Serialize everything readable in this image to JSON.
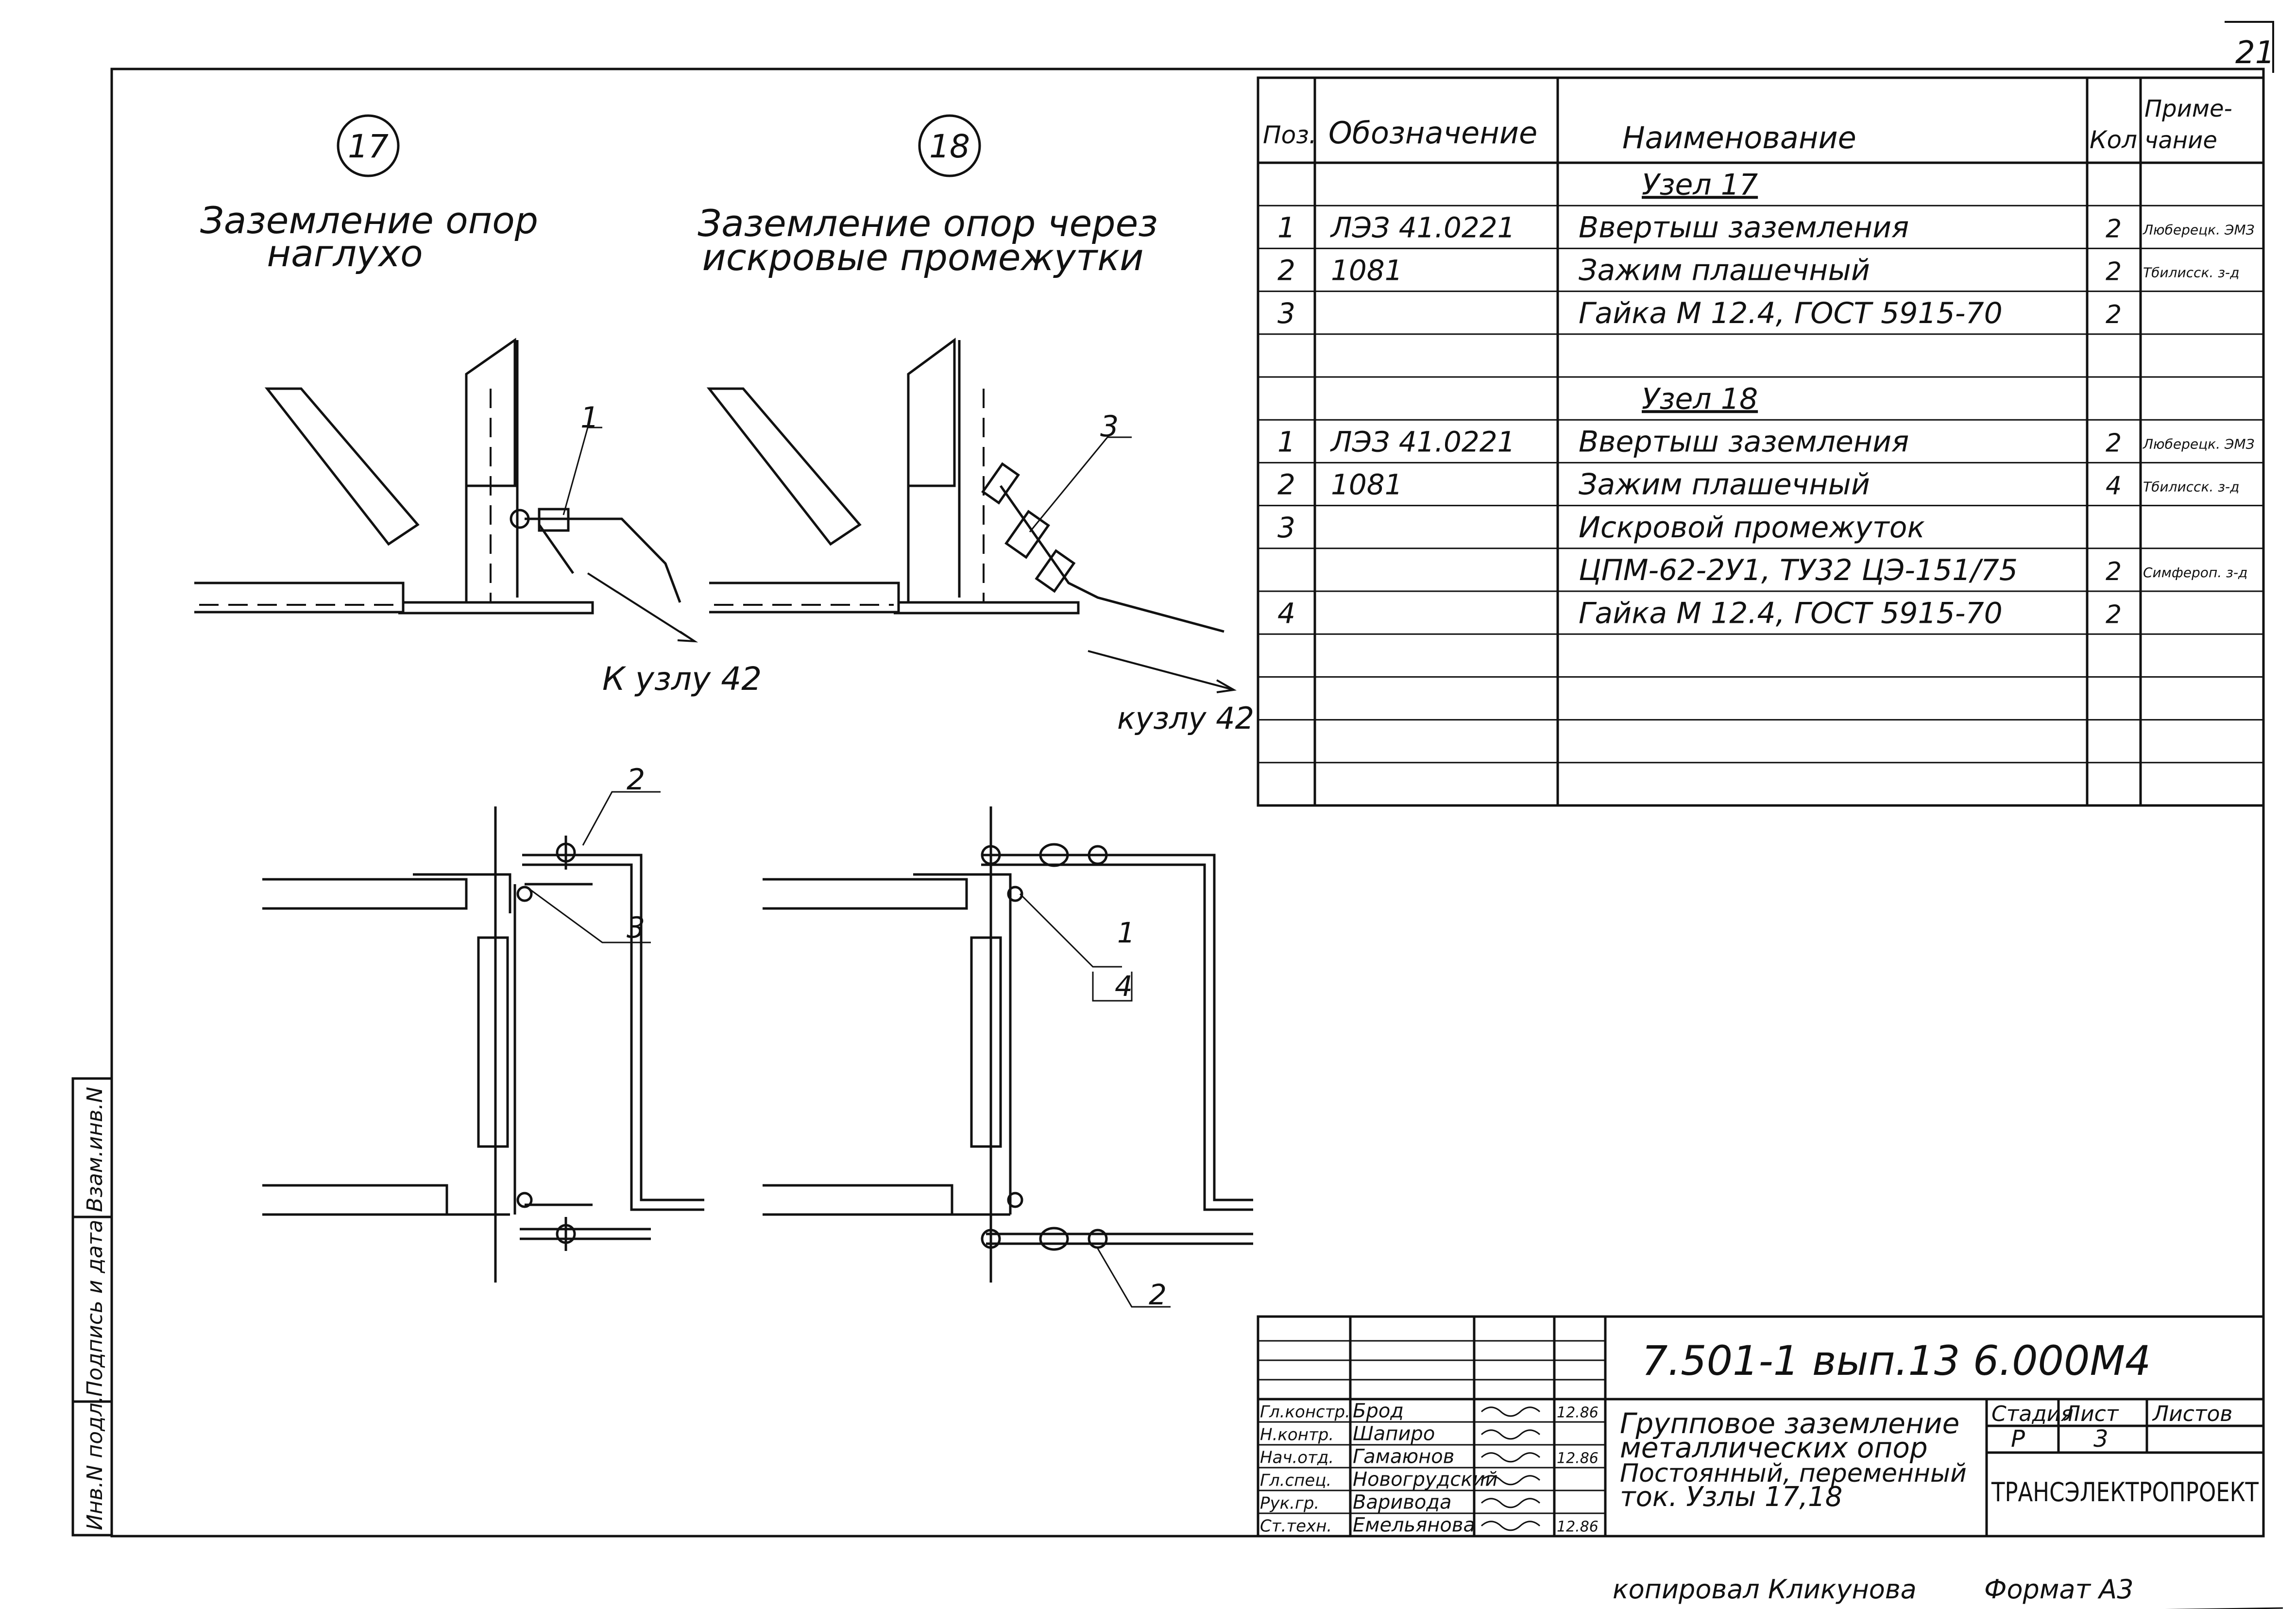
{
  "sheet": {
    "page_number": "21",
    "footer_copied": "копировал Кликунова",
    "footer_format": "Формат А3"
  },
  "nodes": [
    {
      "number": "17",
      "title_line1": "Заземление опор",
      "title_line2": "наглухо",
      "arrow_label": "К узлу 42"
    },
    {
      "number": "18",
      "title_line1": "Заземление опор через",
      "title_line2": "искровые промежутки",
      "arrow_label": "кузлу 42"
    }
  ],
  "callouts": {
    "n17_top": "1",
    "n17_bottom_a": "2",
    "n17_bottom_b": "3",
    "n18_top": "3",
    "n18_bottom_a": "1",
    "n18_bottom_b": "4",
    "n18_bottom_c": "2"
  },
  "spec_table": {
    "headers": {
      "pos": "Поз.",
      "designation": "Обозначение",
      "name": "Наименование",
      "qty": "Кол",
      "note_line1": "Приме-",
      "note_line2": "чание"
    },
    "rows": [
      {
        "pos": "",
        "designation": "",
        "name": "Узел 17",
        "qty": "",
        "note": "",
        "section": true
      },
      {
        "pos": "1",
        "designation": "ЛЭЗ 41.0221",
        "name": "Ввертыш заземления",
        "qty": "2",
        "note": "Люберецк. ЭМЗ"
      },
      {
        "pos": "2",
        "designation": "1081",
        "name": "Зажим плашечный",
        "qty": "2",
        "note": "Тбилисск. з-д"
      },
      {
        "pos": "3",
        "designation": "",
        "name": "Гайка М 12.4, ГОСТ 5915-70",
        "qty": "2",
        "note": ""
      },
      {
        "pos": "",
        "designation": "",
        "name": "",
        "qty": "",
        "note": ""
      },
      {
        "pos": "",
        "designation": "",
        "name": "Узел 18",
        "qty": "",
        "note": "",
        "section": true
      },
      {
        "pos": "1",
        "designation": "ЛЭЗ 41.0221",
        "name": "Ввертыш заземления",
        "qty": "2",
        "note": "Люберецк. ЭМЗ"
      },
      {
        "pos": "2",
        "designation": "1081",
        "name": "Зажим плашечный",
        "qty": "4",
        "note": "Тбилисск. з-д"
      },
      {
        "pos": "3",
        "designation": "",
        "name": "Искровой промежуток",
        "qty": "",
        "note": ""
      },
      {
        "pos": "",
        "designation": "",
        "name": "ЦПМ-62-2У1, ТУ32 ЦЭ-151/75",
        "qty": "2",
        "note": "Симфероп. з-д"
      },
      {
        "pos": "4",
        "designation": "",
        "name": "Гайка М 12.4, ГОСТ 5915-70",
        "qty": "2",
        "note": ""
      },
      {
        "pos": "",
        "designation": "",
        "name": "",
        "qty": "",
        "note": ""
      },
      {
        "pos": "",
        "designation": "",
        "name": "",
        "qty": "",
        "note": ""
      },
      {
        "pos": "",
        "designation": "",
        "name": "",
        "qty": "",
        "note": ""
      },
      {
        "pos": "",
        "designation": "",
        "name": "",
        "qty": "",
        "note": ""
      }
    ]
  },
  "side_stamp": {
    "field1": "Инв.N подл.",
    "field2": "Подпись и дата",
    "field3": "Взам.инв.N"
  },
  "title_block": {
    "doc_code": "7.501-1 вып.13 6.000М4",
    "description_lines": [
      "Групповое заземление",
      "металлических опор",
      "Постоянный, переменный",
      "ток. Узлы 17,18"
    ],
    "stage_label": "Стадия",
    "sheet_label": "Лист",
    "sheets_label": "Листов",
    "stage_value": "Р",
    "sheet_value": "3",
    "sheets_value": "",
    "organization": "ТРАНСЭЛЕКТРОПРОЕКТ",
    "signatures": [
      {
        "role": "Гл.констр.",
        "name": "Брод",
        "date": "12.86"
      },
      {
        "role": "Н.контр.",
        "name": "Шапиро",
        "date": ""
      },
      {
        "role": "Нач.отд.",
        "name": "Гамаюнов",
        "date": "12.86"
      },
      {
        "role": "Гл.спец.",
        "name": "Новогрудский",
        "date": ""
      },
      {
        "role": "Рук.гр.",
        "name": "Варивода",
        "date": ""
      },
      {
        "role": "Ст.техн.",
        "name": "Емельянова",
        "date": "12.86"
      }
    ]
  }
}
